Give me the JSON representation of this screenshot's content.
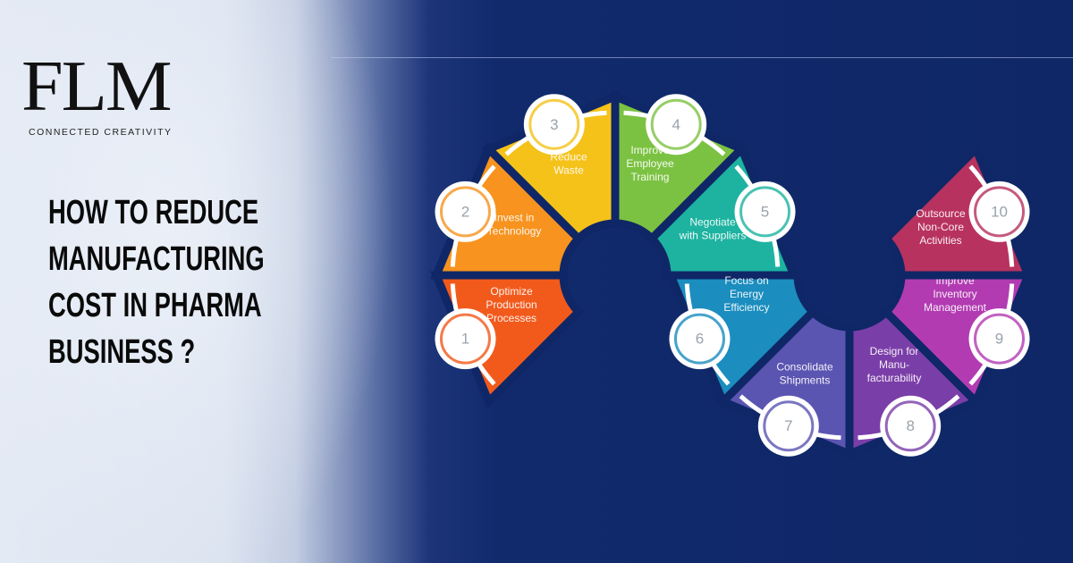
{
  "logo": {
    "mark": "FLM",
    "tagline": "CONNECTED CREATIVITY"
  },
  "headline": [
    "HOW TO REDUCE",
    "MANUFACTURING",
    "COST IN PHARMA",
    "BUSINESS ?"
  ],
  "colors": {
    "background": "#0f2766",
    "light": "#e4eaf4"
  },
  "steps": [
    {
      "number": "1",
      "label": [
        "Optimize",
        "Production",
        "Processes"
      ],
      "color": "#f25a1c"
    },
    {
      "number": "2",
      "label": [
        "Invest in",
        "Technology"
      ],
      "color": "#f7931e"
    },
    {
      "number": "3",
      "label": [
        "Reduce",
        "Waste"
      ],
      "color": "#f5c219"
    },
    {
      "number": "4",
      "label": [
        "Improve",
        "Employee",
        "Training"
      ],
      "color": "#7cc242"
    },
    {
      "number": "5",
      "label": [
        "Negotiate",
        "with Suppliers"
      ],
      "color": "#1db3a0"
    },
    {
      "number": "6",
      "label": [
        "Focus on",
        "Energy",
        "Efficiency"
      ],
      "color": "#1b8dbf"
    },
    {
      "number": "7",
      "label": [
        "Consolidate",
        "Shipments"
      ],
      "color": "#5b55b2"
    },
    {
      "number": "8",
      "label": [
        "Design for",
        "Manu-",
        "facturability"
      ],
      "color": "#7a3ea8"
    },
    {
      "number": "9",
      "label": [
        "Improve",
        "Inventory",
        "Management"
      ],
      "color": "#b23bb2"
    },
    {
      "number": "10",
      "label": [
        "Outsource",
        "Non-Core",
        "Activities"
      ],
      "color": "#b8325f"
    }
  ]
}
